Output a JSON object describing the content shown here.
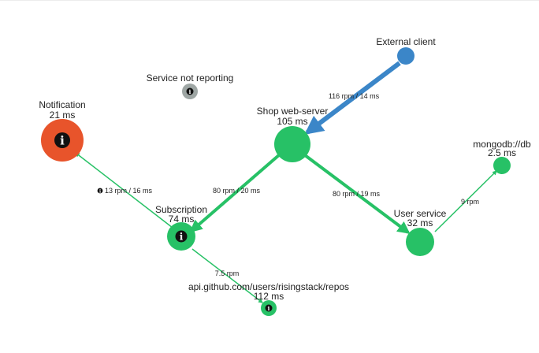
{
  "colors": {
    "healthy": "#27c166",
    "error": "#e8542b",
    "external": "#3b86c8",
    "not_reporting": "#9ea6a4",
    "info_dark": "#111111",
    "edge_green": "#27c166",
    "edge_blue": "#3b86c8"
  },
  "nodes": {
    "external_client": {
      "name": "External client",
      "latency": ""
    },
    "not_reporting": {
      "name": "Service not reporting",
      "icon": "info-icon"
    },
    "notification": {
      "name": "Notification",
      "latency": "21 ms",
      "icon": "info-icon"
    },
    "shop_web_server": {
      "name": "Shop web-server",
      "latency": "105 ms"
    },
    "mongodb": {
      "name": "mongodb://db",
      "latency": "2.5 ms"
    },
    "subscription": {
      "name": "Subscription",
      "latency": "74 ms",
      "icon": "info-icon"
    },
    "user_service": {
      "name": "User service",
      "latency": "32 ms"
    },
    "github_api": {
      "name": "api.github.com/users/risingstack/repos",
      "latency": "112 ms",
      "icon": "info-icon"
    }
  },
  "edges": {
    "client_to_shop": {
      "label": "116 rpm / 14 ms"
    },
    "shop_to_subscription": {
      "label": "80 rpm / 20 ms"
    },
    "shop_to_user_service": {
      "label": "80 rpm / 19 ms"
    },
    "subscription_to_notification": {
      "label": "13 rpm / 16 ms",
      "icon": "info-icon"
    },
    "user_service_to_mongodb": {
      "label": "9 rpm"
    },
    "subscription_to_github": {
      "label": "7.5 rpm"
    }
  }
}
